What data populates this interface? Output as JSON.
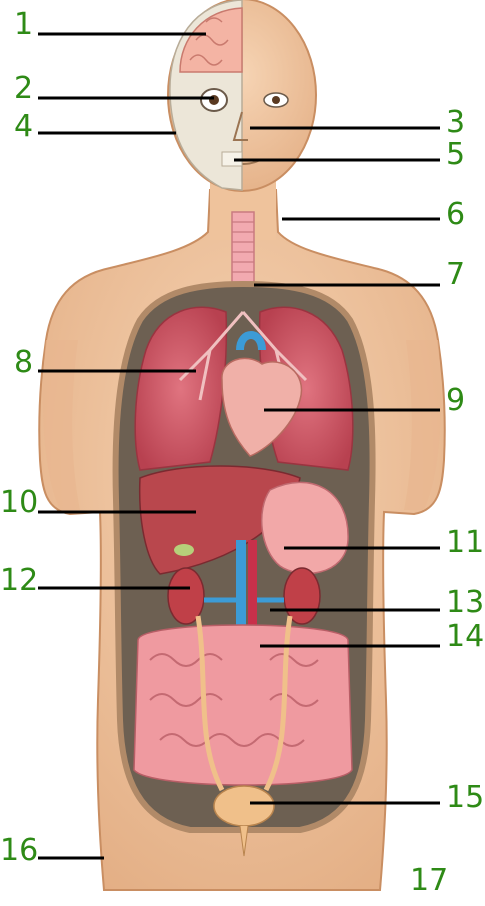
{
  "labels": [
    {
      "id": "1",
      "text": "1"
    },
    {
      "id": "2",
      "text": "2"
    },
    {
      "id": "3",
      "text": "3"
    },
    {
      "id": "4",
      "text": "4"
    },
    {
      "id": "5",
      "text": "5"
    },
    {
      "id": "6",
      "text": "6"
    },
    {
      "id": "7",
      "text": "7"
    },
    {
      "id": "8",
      "text": "8"
    },
    {
      "id": "9",
      "text": "9"
    },
    {
      "id": "10",
      "text": "10"
    },
    {
      "id": "11",
      "text": "11"
    },
    {
      "id": "12",
      "text": "12"
    },
    {
      "id": "13",
      "text": "13"
    },
    {
      "id": "14",
      "text": "14"
    },
    {
      "id": "15",
      "text": "15"
    },
    {
      "id": "16",
      "text": "16"
    },
    {
      "id": "17",
      "text": "17"
    }
  ],
  "colors": {
    "label_text": "#2e8a16",
    "leader_line": "#000000",
    "skin": "#f1c9a4",
    "skin_shadow": "#d9a47a",
    "body_cavity": "#6d6052",
    "lung": "#c9505a",
    "heart": "#f0b0a8",
    "liver": "#b9474d",
    "stomach": "#f2a8a8",
    "intestine": "#ef9aa0",
    "kidney": "#c04048",
    "vein": "#3c9bd6",
    "artery": "#c8304a",
    "bladder": "#f0c08a",
    "brain": "#f4b4a4",
    "skull": "#ece6d8"
  }
}
